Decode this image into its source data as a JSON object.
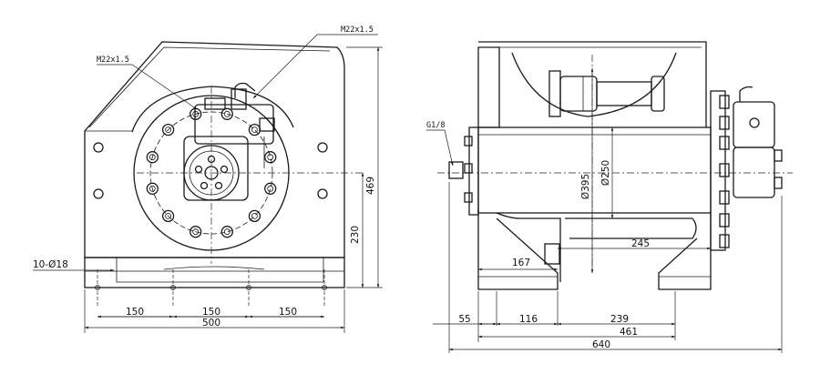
{
  "front_view": {
    "callout_m22_left": "M22x1.5",
    "callout_m22_top": "M22x1.5",
    "hole_spec": "10-Ø18",
    "dim_height_total": "469",
    "dim_height_center": "230",
    "dim_pitch_1": "150",
    "dim_pitch_2": "150",
    "dim_pitch_3": "150",
    "dim_width_total": "500"
  },
  "side_view": {
    "callout_g18": "G1/8",
    "dia_flange": "Ø395",
    "dia_drum": "Ø250",
    "dim_drum_length": "245",
    "dim_base_offset": "167",
    "dim_55": "55",
    "dim_116": "116",
    "dim_239": "239",
    "dim_461": "461",
    "dim_640": "640"
  }
}
